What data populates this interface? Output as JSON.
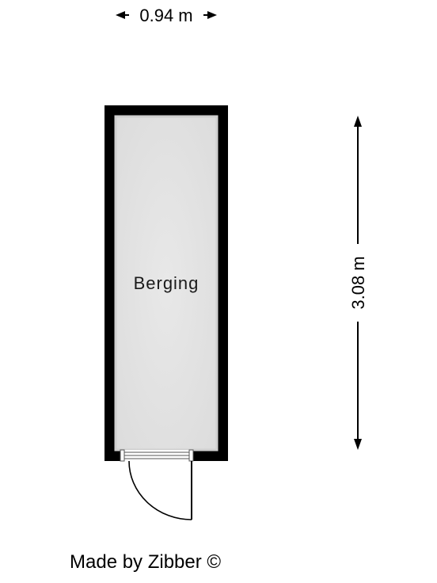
{
  "dimensions": {
    "width": "0.94 m",
    "length": "3.08 m"
  },
  "room": {
    "name": "Berging"
  },
  "footer": {
    "credit": "Made by Zibber ©"
  },
  "colors": {
    "wall": "#000000",
    "floor": "#e5e5e5",
    "door_frame": "#555555"
  }
}
